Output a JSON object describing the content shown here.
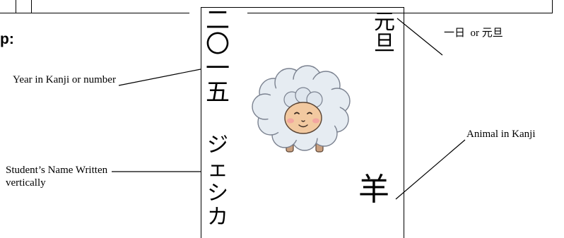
{
  "heading_fragment": "p:",
  "labels": {
    "year": "Year in Kanji or number",
    "name": "Student’s Name Written vertically",
    "animal": "Animal in Kanji",
    "date": "一日  or 元旦"
  },
  "card": {
    "year_chars": [
      "二",
      "〇",
      "一",
      "五"
    ],
    "date_chars": [
      "元",
      "旦"
    ],
    "name_chars": [
      "ジ",
      "ェ",
      "シ",
      "カ"
    ],
    "animal_char": "羊"
  },
  "colors": {
    "sheep_wool": "#e6ecf2",
    "sheep_face": "#f2c9a0",
    "cheeks": "#f3a6a0"
  }
}
